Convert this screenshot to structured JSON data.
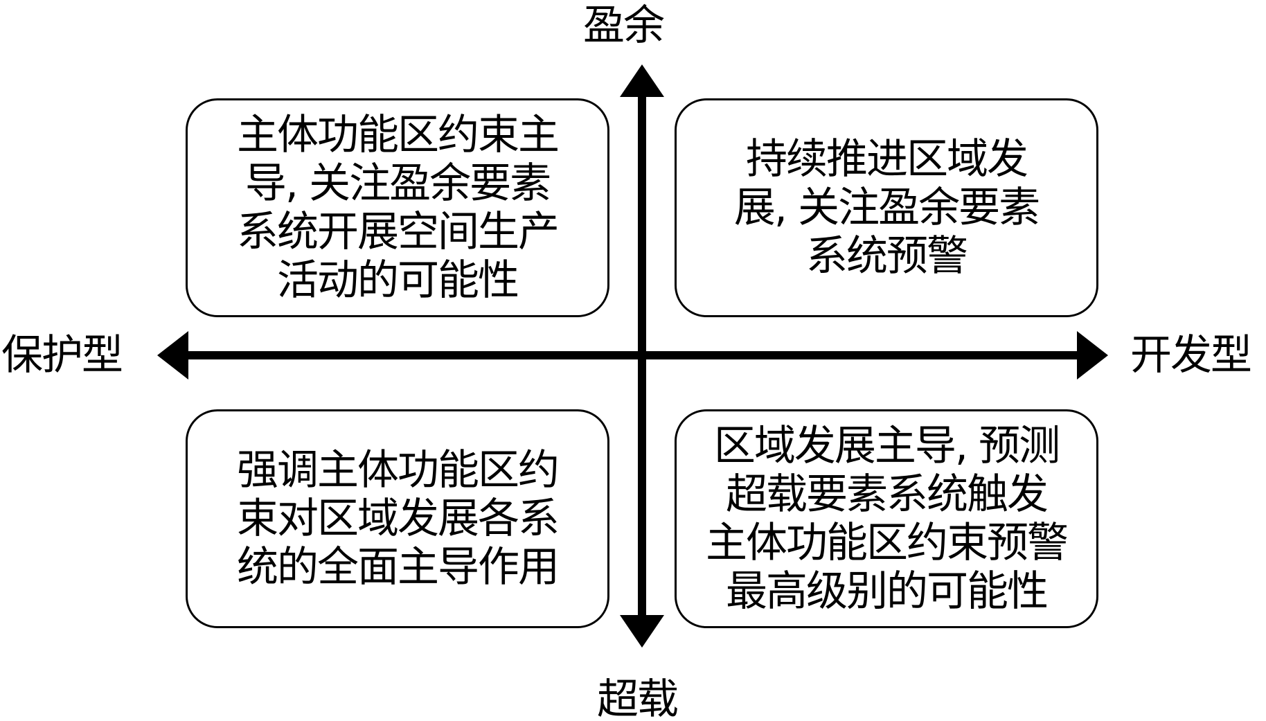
{
  "axes": {
    "top": "盈余",
    "bottom": "超载",
    "left": "保护型",
    "right": "开发型"
  },
  "quadrants": {
    "top_left": [
      "主体功能区约束主",
      "导, 关注盈余要素",
      "系统开展空间生产",
      "活动的可能性"
    ],
    "top_right": [
      "持续推进区域发",
      "展, 关注盈余要素",
      "系统预警"
    ],
    "bottom_left": [
      "强调主体功能区约",
      "束对区域发展各系",
      "统的全面主导作用"
    ],
    "bottom_right": [
      "区域发展主导, 预测",
      "超载要素系统触发",
      "主体功能区约束预警",
      "最高级别的可能性"
    ]
  }
}
